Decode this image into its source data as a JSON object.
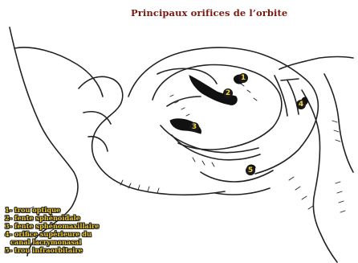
{
  "title": "Principaux orifices de l’orbite",
  "markers": {
    "m1": "1",
    "m2": "2",
    "m3": "3",
    "m4": "4",
    "m5": "5"
  },
  "legend": [
    "1- trou optique",
    "2- fente sphénoïdale",
    "3- fente sphénomaxillaire",
    "4- orifice supérieure du",
    "canal lacrymonasal",
    "5- trou infraorbitaire"
  ]
}
